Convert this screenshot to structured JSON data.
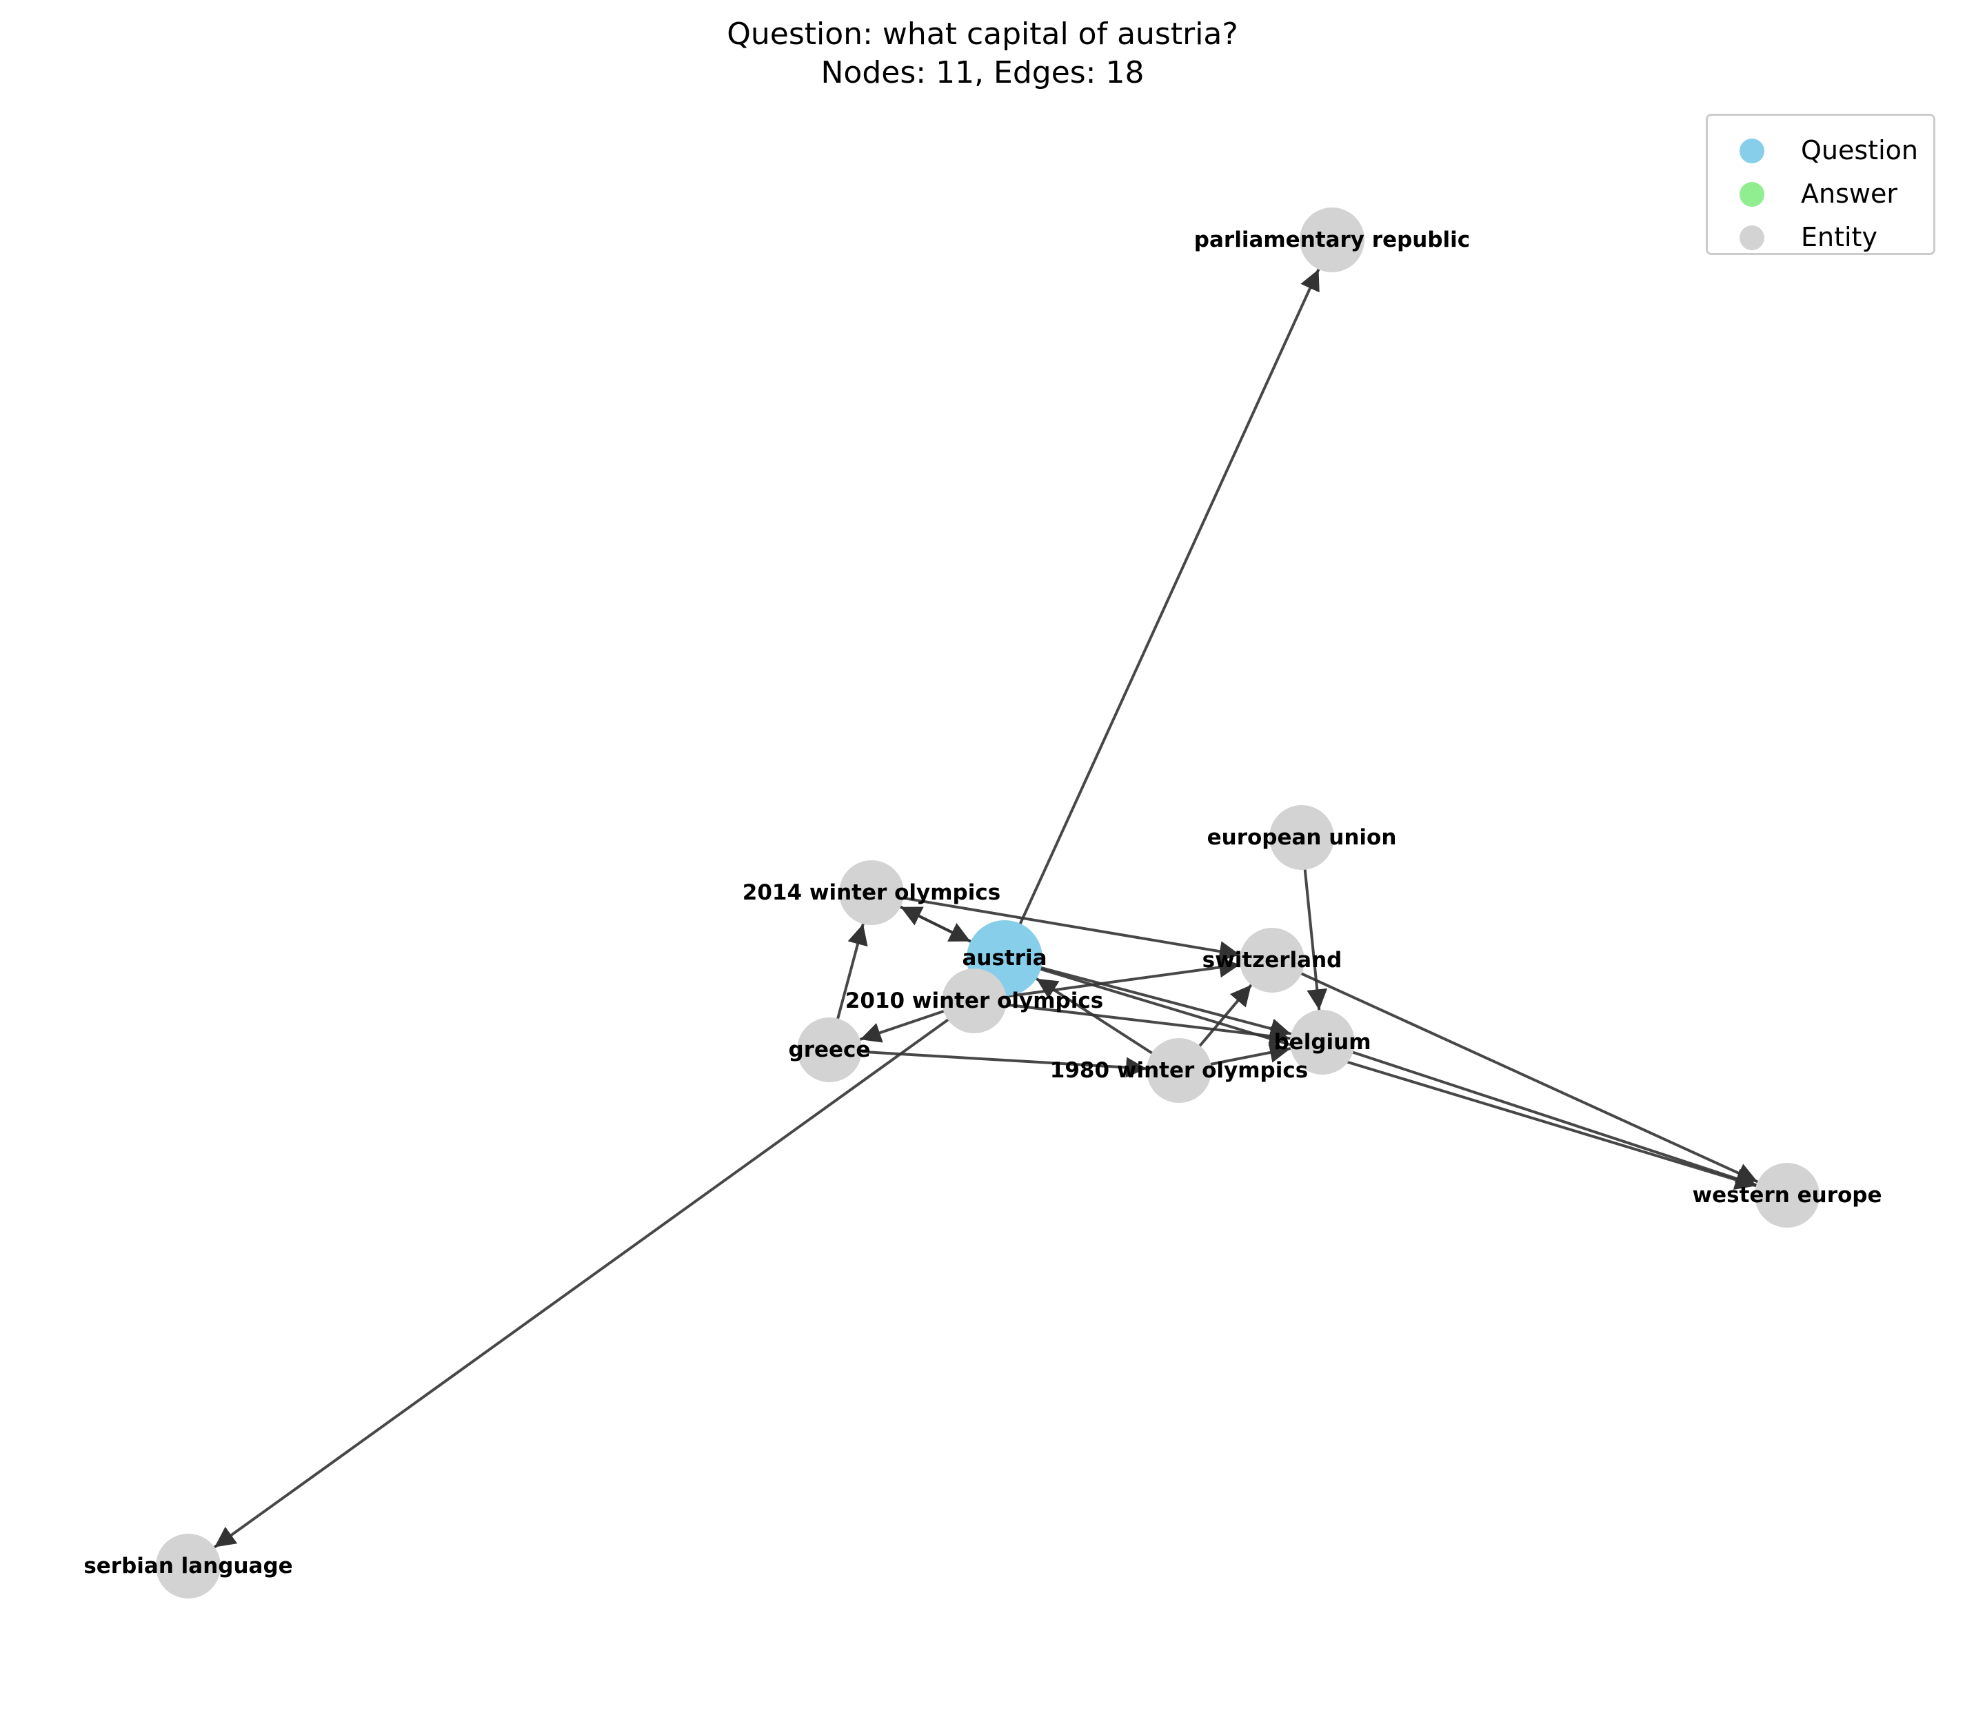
{
  "title": {
    "line1": "Question: what capital of austria?",
    "line2": "Nodes: 11, Edges: 18"
  },
  "colors": {
    "question": "#87ceeb",
    "answer": "#90ee90",
    "entity": "#d3d3d3",
    "edge": "#333333"
  },
  "legend": [
    {
      "label": "Question",
      "color": "#87ceeb"
    },
    {
      "label": "Answer",
      "color": "#90ee90"
    },
    {
      "label": "Entity",
      "color": "#d3d3d3"
    }
  ],
  "nodes": [
    {
      "id": "austria",
      "label": "austria",
      "type": "question"
    },
    {
      "id": "parliamentary republic",
      "label": "parliamentary republic",
      "type": "entity"
    },
    {
      "id": "european union",
      "label": "european union",
      "type": "entity"
    },
    {
      "id": "2014 winter olympics",
      "label": "2014 winter olympics",
      "type": "entity"
    },
    {
      "id": "switzerland",
      "label": "switzerland",
      "type": "entity"
    },
    {
      "id": "2010 winter olympics",
      "label": "2010 winter olympics",
      "type": "entity"
    },
    {
      "id": "greece",
      "label": "greece",
      "type": "entity"
    },
    {
      "id": "belgium",
      "label": "belgium",
      "type": "entity"
    },
    {
      "id": "1980 winter olympics",
      "label": "1980 winter olympics",
      "type": "entity"
    },
    {
      "id": "western europe",
      "label": "western europe",
      "type": "entity"
    },
    {
      "id": "serbian language",
      "label": "serbian language",
      "type": "entity"
    }
  ],
  "edges": [
    {
      "source": "austria",
      "target": "parliamentary republic"
    },
    {
      "source": "austria",
      "target": "2014 winter olympics"
    },
    {
      "source": "austria",
      "target": "belgium"
    },
    {
      "source": "austria",
      "target": "western europe"
    },
    {
      "source": "2014 winter olympics",
      "target": "switzerland"
    },
    {
      "source": "2014 winter olympics",
      "target": "austria"
    },
    {
      "source": "greece",
      "target": "2014 winter olympics"
    },
    {
      "source": "greece",
      "target": "1980 winter olympics"
    },
    {
      "source": "2010 winter olympics",
      "target": "greece"
    },
    {
      "source": "2010 winter olympics",
      "target": "switzerland"
    },
    {
      "source": "2010 winter olympics",
      "target": "belgium"
    },
    {
      "source": "2010 winter olympics",
      "target": "serbian language"
    },
    {
      "source": "1980 winter olympics",
      "target": "austria"
    },
    {
      "source": "1980 winter olympics",
      "target": "switzerland"
    },
    {
      "source": "1980 winter olympics",
      "target": "belgium"
    },
    {
      "source": "european union",
      "target": "belgium"
    },
    {
      "source": "switzerland",
      "target": "western europe"
    },
    {
      "source": "belgium",
      "target": "western europe"
    }
  ]
}
